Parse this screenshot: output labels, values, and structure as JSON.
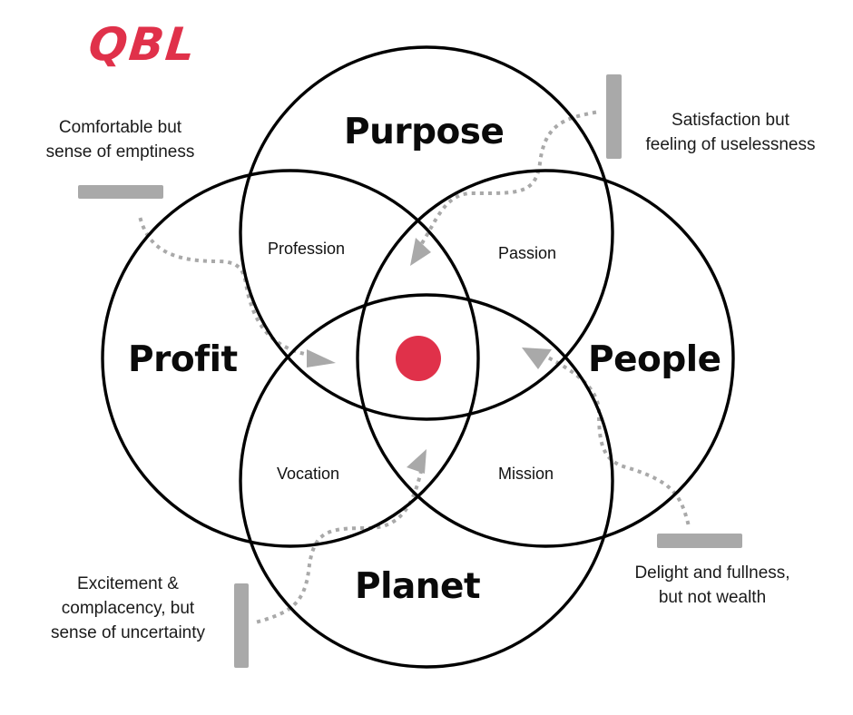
{
  "logo": {
    "text": "QBL"
  },
  "colors": {
    "accent": "#e0314a",
    "outline": "#000000",
    "marker": "#a9a9a9",
    "path": "#a9a9a9"
  },
  "circles": [
    {
      "id": "purpose",
      "label": "Purpose"
    },
    {
      "id": "profit",
      "label": "Profit"
    },
    {
      "id": "people",
      "label": "People"
    },
    {
      "id": "planet",
      "label": "Planet"
    }
  ],
  "overlaps": [
    {
      "id": "profession",
      "label": "Profession"
    },
    {
      "id": "passion",
      "label": "Passion"
    },
    {
      "id": "vocation",
      "label": "Vocation"
    },
    {
      "id": "mission",
      "label": "Mission"
    }
  ],
  "notes": {
    "top_left": {
      "lines": [
        "Comfortable but",
        "sense of emptiness"
      ]
    },
    "top_right": {
      "lines": [
        "Satisfaction but",
        "feeling of uselessness"
      ]
    },
    "bottom_left": {
      "lines": [
        "Excitement &",
        "complacency, but",
        "sense of uncertainty"
      ]
    },
    "bottom_right": {
      "lines": [
        "Delight and fullness,",
        "but not wealth"
      ]
    }
  },
  "center": {
    "icon": "center-dot-icon"
  }
}
